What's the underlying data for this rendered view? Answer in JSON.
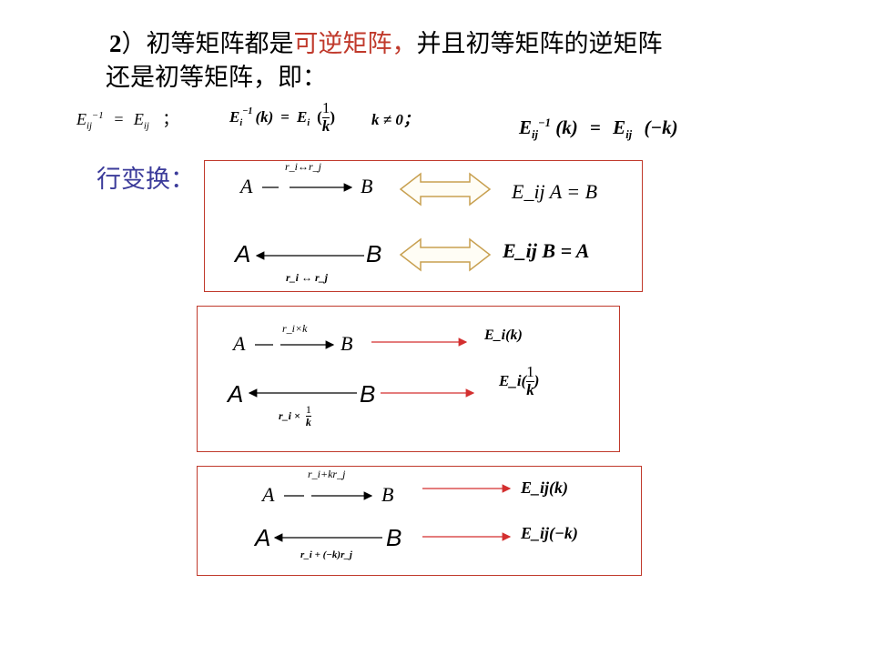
{
  "heading": {
    "num": "2",
    "paren": "）",
    "part1": "初等矩阵都是",
    "highlight": "可逆矩阵，",
    "part2": "并且初等矩阵的逆矩阵",
    "line2": "还是初等矩阵，即："
  },
  "formulas": {
    "sep": "；",
    "k_neq": "k ≠ 0；",
    "eq": "=",
    "E": "E",
    "ij": "ij",
    "i": "i",
    "inv": "−1",
    "k_paren": "(k)",
    "one": "1",
    "k": "k",
    "minus_k_paren": "(−k)"
  },
  "row_transform_label": "行变换：",
  "box1": {
    "forward_label": "r_i↔r_j",
    "back_label": "r_i ↔ r_j",
    "A": "A",
    "B": "B",
    "result_top": "E_ij A = B",
    "result_bottom": "E_ij B = A"
  },
  "box2": {
    "forward_label": "r_i×k",
    "back_label_prefix": "r_i ×",
    "A": "A",
    "B": "B",
    "result_top": "E_i(k)",
    "result_bottom_prefix": "E_i(",
    "result_bottom_suffix": ")",
    "one": "1",
    "k": "k"
  },
  "box3": {
    "forward_label": "r_i+kr_j",
    "back_label": "r_i + (−k)r_j",
    "A": "A",
    "B": "B",
    "result_top": "E_ij(k)",
    "result_bottom": "E_ij(−k)"
  },
  "colors": {
    "box_border": "#c0392b",
    "arrow_red": "#d32f2f",
    "double_arrow": "#c8a050",
    "label_blue": "#3b3b9a",
    "highlight_red": "#c0392b"
  }
}
